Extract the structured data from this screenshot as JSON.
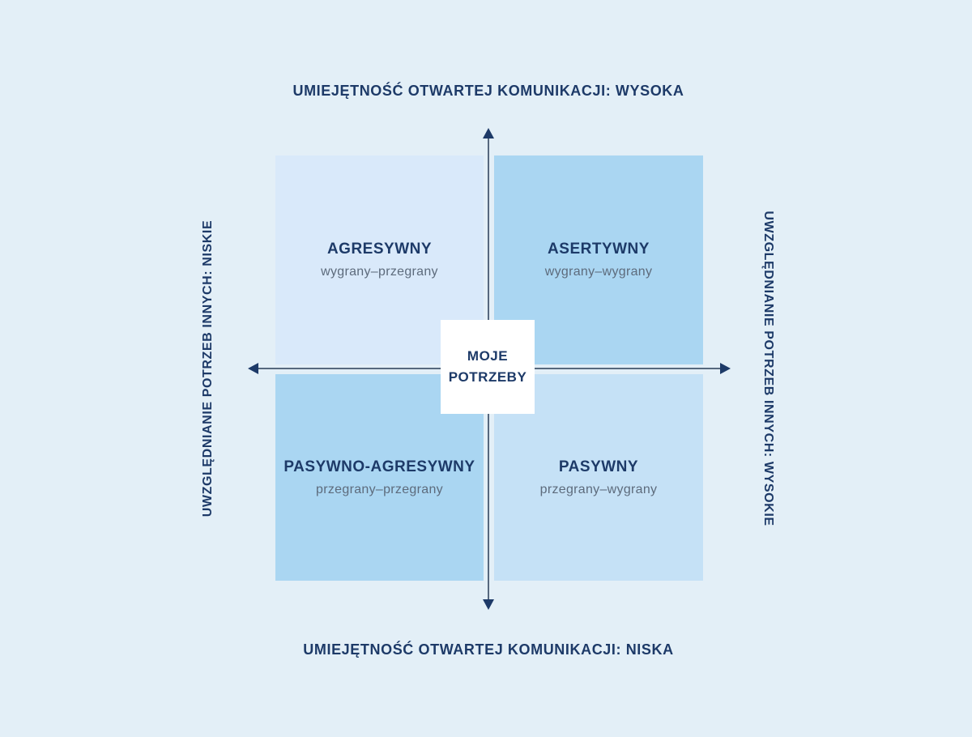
{
  "diagram": {
    "axis_labels": {
      "top": "UMIEJĘTNOŚĆ OTWARTEJ KOMUNIKACJI: WYSOKA",
      "bottom": "UMIEJĘTNOŚĆ OTWARTEJ KOMUNIKACJI: NISKA",
      "left": "UWZGLĘDNIANIE POTRZEB INNYCH: NISKIE",
      "right": "UWZGLĘDNIANIE POTRZEB INNYCH: WYSOKIE"
    },
    "center": {
      "line1": "MOJE",
      "line2": "POTRZEBY"
    },
    "quadrants": {
      "top_left": {
        "title": "AGRESYWNY",
        "subtitle": "wygrany–przegrany"
      },
      "top_right": {
        "title": "ASERTYWNY",
        "subtitle": "wygrany–wygrany"
      },
      "bottom_left": {
        "title": "PASYWNO-AGRESYWNY",
        "subtitle": "przegrany–przegrany"
      },
      "bottom_right": {
        "title": "PASYWNY",
        "subtitle": "przegrany–wygrany"
      }
    },
    "colors": {
      "background": "#e3eff7",
      "quadrant_lightest": "#d9e9fa",
      "quadrant_medium": "#c5e1f6",
      "quadrant_dark": "#aad6f2",
      "title_navy": "#1d3a68",
      "subtitle_gray": "#5d6b7c",
      "axis_line": "#56687e",
      "center_box_bg": "#ffffff"
    }
  }
}
